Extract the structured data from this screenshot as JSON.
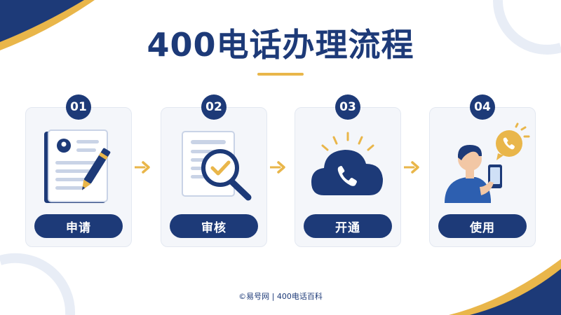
{
  "title": "400电话办理流程",
  "steps": [
    {
      "number": "01",
      "label": "申请"
    },
    {
      "number": "02",
      "label": "审核"
    },
    {
      "number": "03",
      "label": "开通"
    },
    {
      "number": "04",
      "label": "使用"
    }
  ],
  "footer": "©易号网 | 400电话百科",
  "colors": {
    "primary": "#1d3a78",
    "accent": "#e9b64a",
    "card_bg": "#f4f6fa"
  },
  "icons": [
    "application-form-icon",
    "review-magnifier-icon",
    "cloud-phone-icon",
    "user-phone-icon",
    "chevron-arrow-icon"
  ]
}
